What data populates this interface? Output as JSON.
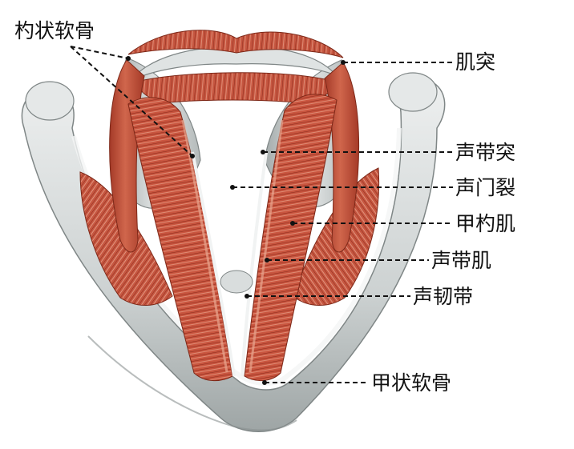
{
  "labels": {
    "arytenoid": "杓状软骨",
    "muscular_process": "肌突",
    "vocal_process": "声带突",
    "rima_glottidis": "声门裂",
    "thyroarytenoid": "甲杓肌",
    "vocalis": "声带肌",
    "vocal_ligament": "声韧带",
    "thyroid_cartilage": "甲状软骨"
  },
  "colors": {
    "cartilage": "#d8dcdc",
    "cartilage_shade": "#a9afaf",
    "muscle": "#c9553f",
    "muscle_dark": "#9c3322",
    "muscle_light": "#e8a58f",
    "leader": "#111111"
  }
}
